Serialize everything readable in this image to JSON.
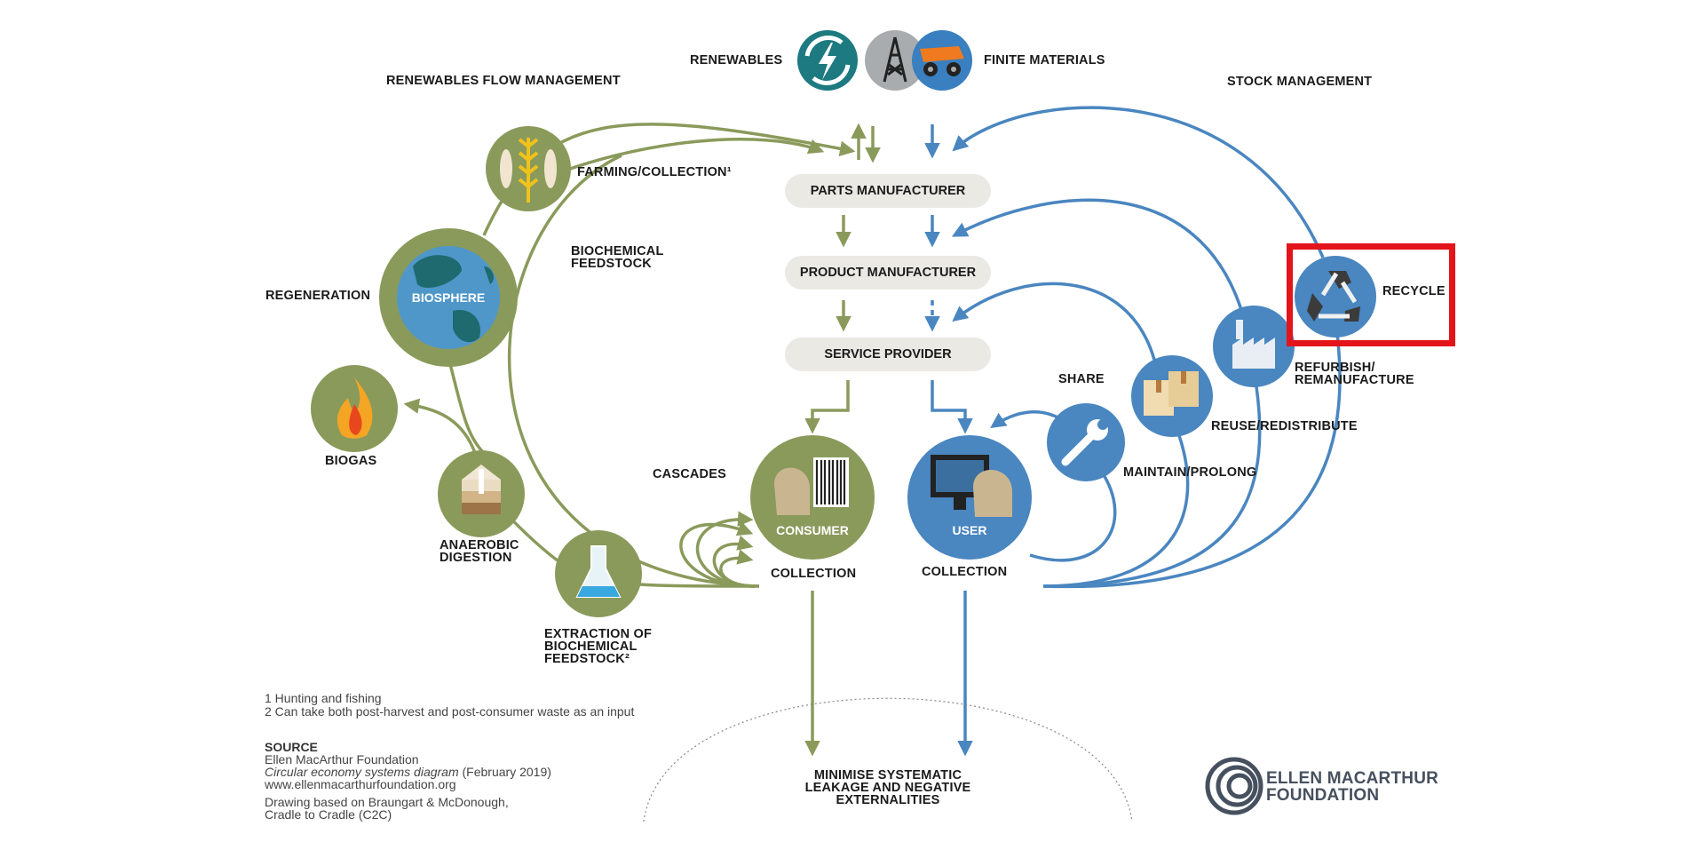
{
  "sources": {
    "renewables": "RENEWABLES",
    "finite": "FINITE MATERIALS"
  },
  "sections": {
    "left": "RENEWABLES FLOW MANAGEMENT",
    "right": "STOCK MANAGEMENT"
  },
  "chain": {
    "parts": "PARTS MANUFACTURER",
    "product": "PRODUCT MANUFACTURER",
    "service": "SERVICE PROVIDER"
  },
  "left_cycle": {
    "farming": "FARMING/COLLECTION¹",
    "biochem_feed_1": "BIOCHEMICAL",
    "biochem_feed_2": "FEEDSTOCK",
    "regeneration": "REGENERATION",
    "biosphere": "BIOSPHERE",
    "biogas": "BIOGAS",
    "anaerobic_1": "ANAEROBIC",
    "anaerobic_2": "DIGESTION",
    "extraction_1": "EXTRACTION OF",
    "extraction_2": "BIOCHEMICAL",
    "extraction_3": "FEEDSTOCK²",
    "cascades": "CASCADES",
    "consumer": "CONSUMER",
    "collection": "COLLECTION"
  },
  "right_cycle": {
    "user": "USER",
    "collection": "COLLECTION",
    "share": "SHARE",
    "maintain": "MAINTAIN/PROLONG",
    "reuse": "REUSE/REDISTRIBUTE",
    "refurbish_1": "REFURBISH/",
    "refurbish_2": "REMANUFACTURE",
    "recycle": "RECYCLE"
  },
  "leakage": {
    "line1": "MINIMISE SYSTEMATIC",
    "line2": "LEAKAGE AND NEGATIVE",
    "line3": "EXTERNALITIES"
  },
  "footnotes": {
    "note1": "1 Hunting and fishing",
    "note2": "2 Can take both post-harvest and post-consumer waste as an input",
    "source_head": "SOURCE",
    "source_org": "Ellen MacArthur Foundation",
    "source_title": "Circular economy systems diagram",
    "source_date": " (February 2019)",
    "source_url": "www.ellenmacarthurfoundation.org",
    "drawing_1": "Drawing based on Braungart & McDonough,",
    "drawing_2": "Cradle to Cradle (C2C)"
  },
  "logo": {
    "line1": "ELLEN MACARTHUR",
    "line2": "FOUNDATION"
  },
  "colors": {
    "green": "#8a9a5b",
    "blue": "#4a86c0",
    "pill": "#ebe9e4",
    "highlight": "#e3151a"
  },
  "icons": [
    "renewable-energy-icon",
    "oil-derrick-icon",
    "mining-truck-icon",
    "fish-wheat-icon",
    "globe-icon",
    "flame-icon",
    "soil-layers-icon",
    "flask-icon",
    "barcode-consumer-icon",
    "computer-user-icon",
    "wrench-icon",
    "boxes-icon",
    "factory-icon",
    "recycle-icon",
    "logo-rings-icon"
  ]
}
